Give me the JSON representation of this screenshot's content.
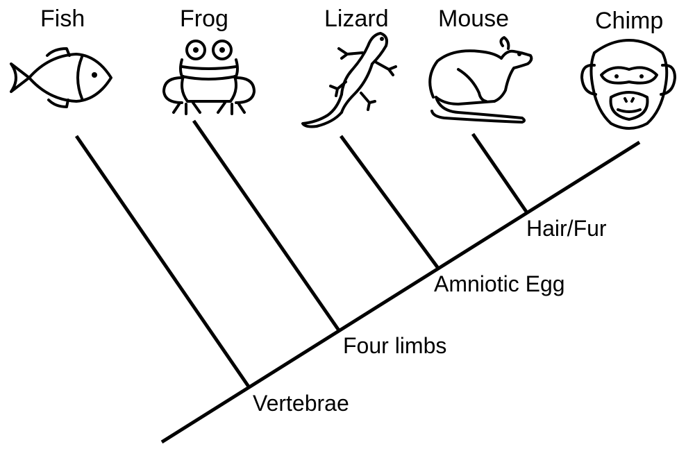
{
  "taxa": [
    {
      "label": "Fish",
      "icon": "fish-icon"
    },
    {
      "label": "Frog",
      "icon": "frog-icon"
    },
    {
      "label": "Lizard",
      "icon": "lizard-icon"
    },
    {
      "label": "Mouse",
      "icon": "mouse-icon"
    },
    {
      "label": "Chimp",
      "icon": "chimp-icon"
    }
  ],
  "traits": [
    {
      "label": "Vertebrae"
    },
    {
      "label": "Four limbs"
    },
    {
      "label": "Amniotic Egg"
    },
    {
      "label": "Hair/Fur"
    }
  ],
  "colors": {
    "line": "#000000",
    "background": "#ffffff"
  }
}
